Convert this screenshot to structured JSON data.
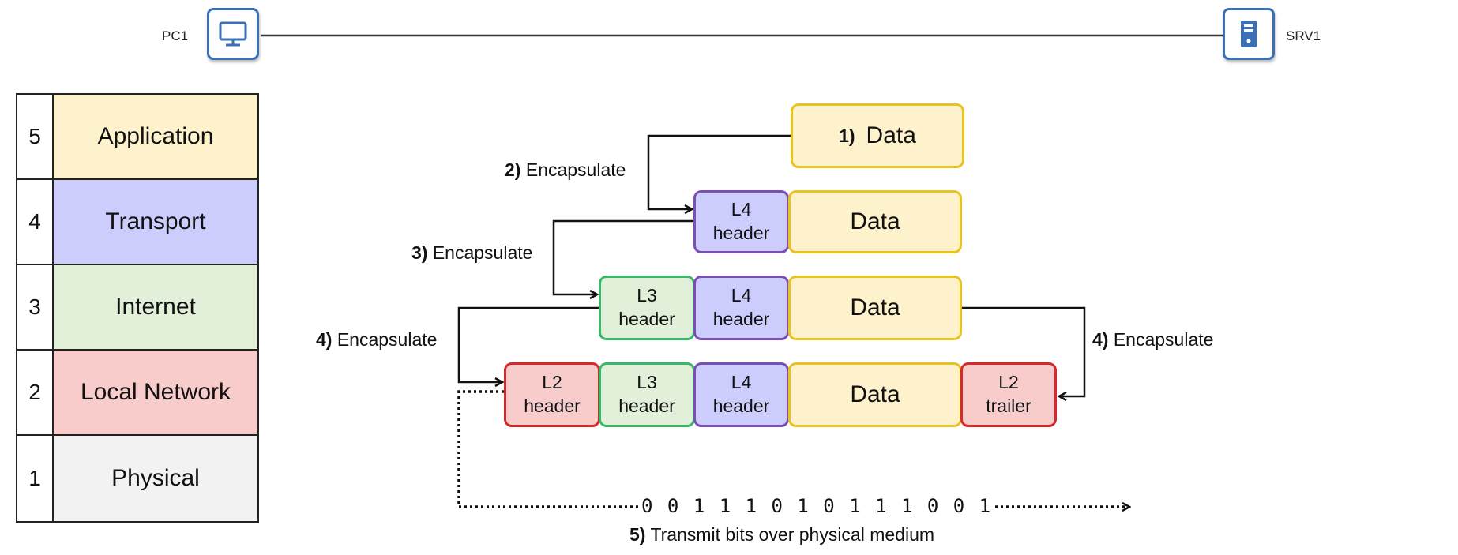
{
  "topology": {
    "left_device_label": "PC1",
    "right_device_label": "SRV1",
    "left_device_icon": "monitor-icon",
    "right_device_icon": "server-icon",
    "icon_color": "#3b6fb6"
  },
  "layers": [
    {
      "num": "5",
      "name": "Application",
      "color": "#fdf2cc"
    },
    {
      "num": "4",
      "name": "Transport",
      "color": "#ccccfd"
    },
    {
      "num": "3",
      "name": "Internet",
      "color": "#e2f0d9"
    },
    {
      "num": "2",
      "name": "Local Network",
      "color": "#f9cccc"
    },
    {
      "num": "1",
      "name": "Physical",
      "color": "#f2f2f2"
    }
  ],
  "pdus": {
    "data": "Data",
    "l4_header": "L4\nheader",
    "l3_header": "L3\nheader",
    "l2_header": "L2\nheader",
    "l2_trailer": "L2\ntrailer"
  },
  "steps": {
    "s1_num": "1)",
    "s2_num": "2)",
    "s2_text": "Encapsulate",
    "s3_num": "3)",
    "s3_text": "Encapsulate",
    "s4_num": "4)",
    "s4_text": "Encapsulate",
    "s5_num": "5)",
    "s5_text": "Transmit bits over physical medium"
  },
  "bits": "0 0 1 1 1 0 1 0 1 1 1 0 0 1"
}
